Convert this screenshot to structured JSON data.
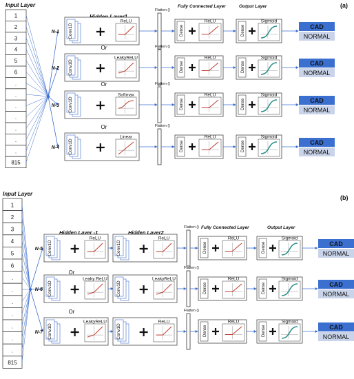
{
  "panel_a": {
    "tag": "(a)",
    "input_title": "Input Layer",
    "input_cells": [
      "1",
      "2",
      "3",
      "4",
      "5",
      "6",
      ".",
      ".",
      ".",
      ".",
      ".",
      ".",
      ".",
      "815"
    ],
    "hidden_title": "Hidden Layer1",
    "or_label": "Or",
    "flatten_label": "Flatten ()",
    "fc_title": "Fully Connected Layer",
    "out_title": "Output Layer",
    "rows": [
      {
        "name": "N-1",
        "conv": "Conv1D",
        "act": "ReLU",
        "fc_act": "ReLU",
        "out_act": "Sigmoid",
        "dense": "Dense",
        "cad": "CAD",
        "normal": "NORMAL"
      },
      {
        "name": "N-2",
        "conv": "Conv1D",
        "act": "LeakyReLU",
        "fc_act": "ReLU",
        "out_act": "Sigmoid",
        "dense": "Dense",
        "cad": "CAD",
        "normal": "NORMAL"
      },
      {
        "name": "N-3",
        "conv": "Conv1D",
        "act": "Softmax",
        "fc_act": "ReLU",
        "out_act": "Sigmoid",
        "dense": "Dense",
        "cad": "CAD",
        "normal": "NORMAL"
      },
      {
        "name": "N-4",
        "conv": "Conv1D",
        "act": "Linear",
        "fc_act": "ReLU",
        "out_act": "Sigmoid",
        "dense": "Dense",
        "cad": "CAD",
        "normal": "NORMAL"
      }
    ]
  },
  "panel_b": {
    "tag": "(b)",
    "input_title": "Input Layer",
    "input_cells": [
      "1",
      "2",
      "3",
      "4",
      "5",
      "6",
      ".",
      ".",
      ".",
      ".",
      ".",
      ".",
      ".",
      "815"
    ],
    "hidden1_title": "Hidden Layer -1",
    "hidden2_title": "Hidden Layer2",
    "or_label": "Or",
    "flatten_label": "Flatten ()",
    "fc_title": "Fully Connected Layer",
    "out_title": "Output Layer",
    "rows": [
      {
        "name": "N-5",
        "conv1": "Conv1D",
        "act1": "ReLU",
        "conv2": "Conv1D",
        "act2": "ReLU",
        "fc_act": "ReLU",
        "out_act": "Sigmoid",
        "dense": "Dense",
        "cad": "CAD",
        "normal": "NORMAL"
      },
      {
        "name": "N-6",
        "conv1": "Conv1D",
        "act1": "Leaky ReLU",
        "conv2": "Conv1D",
        "act2": "LeakyReLU",
        "fc_act": "ReLU",
        "out_act": "Sigmoid",
        "dense": "Dense",
        "cad": "CAD",
        "normal": "NORMAL"
      },
      {
        "name": "N-7",
        "conv1": "Conv1D",
        "act1": "LeakyReLU",
        "conv2": "Conv1D",
        "act2": "ReLU",
        "fc_act": "ReLU",
        "out_act": "Sigmoid",
        "dense": "Dense",
        "cad": "CAD",
        "normal": "NORMAL"
      }
    ]
  },
  "colors": {
    "cad_box": "#3b6fd0",
    "normal_box": "#c9d4ea",
    "connector": "#3b6fd0",
    "sigmoid_curve": "#2a8f8a",
    "relu_curve": "#c0392b"
  }
}
